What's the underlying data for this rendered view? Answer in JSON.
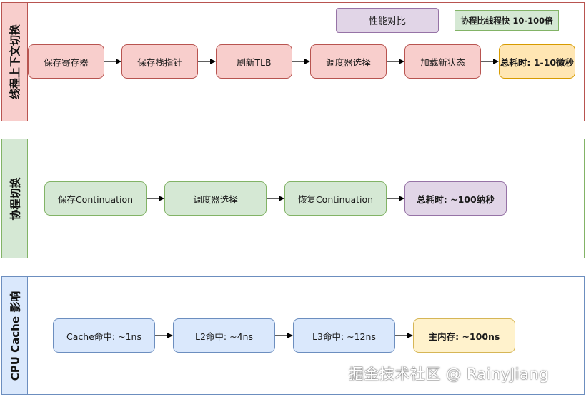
{
  "lanes": {
    "thread": {
      "title": "线程上下文切换"
    },
    "coroutine": {
      "title": "协程切换"
    },
    "cache": {
      "title": "CPU Cache 影响"
    }
  },
  "badges": {
    "performance": "性能对比",
    "speedup": "协程比线程快 10-100倍"
  },
  "thread_steps": [
    "保存寄存器",
    "保存栈指针",
    "刷新TLB",
    "调度器选择",
    "加载新状态"
  ],
  "thread_total": "总耗时: 1-10微秒",
  "coroutine_steps": [
    "保存Continuation",
    "调度器选择",
    "恢复Continuation"
  ],
  "coroutine_total": "总耗时: ~100纳秒",
  "cache_steps": [
    "Cache命中: ~1ns",
    "L2命中: ~4ns",
    "L3命中: ~12ns"
  ],
  "cache_total": "主内存: ~100ns",
  "watermark": "掘金技术社区 @ RainyJiang",
  "colors": {
    "red_fill": "#f8cecc",
    "red_stroke": "#b85450",
    "green_fill": "#d5e8d4",
    "green_stroke": "#82b366",
    "blue_fill": "#dae8fc",
    "blue_stroke": "#6c8ebf",
    "purple_fill": "#e1d5e7",
    "purple_stroke": "#9673a6",
    "yellow_fill": "#fff2cc",
    "yellow_stroke": "#d6b656",
    "orange_fill": "#ffe6b3",
    "orange_stroke": "#d79b00"
  }
}
